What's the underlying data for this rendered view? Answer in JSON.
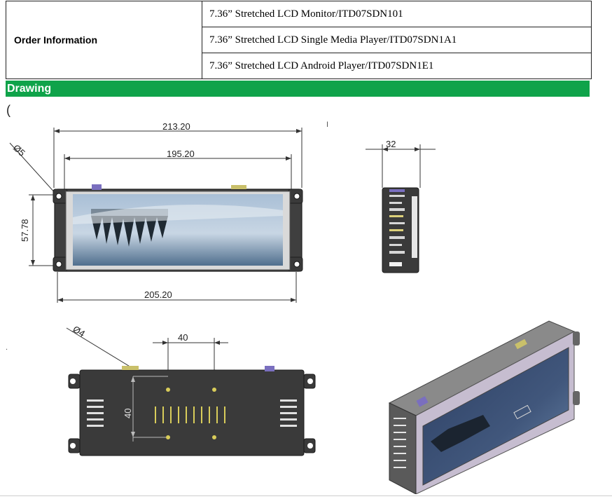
{
  "order": {
    "label": "Order Information",
    "items": [
      "7.36” Stretched LCD Monitor/ITD07SDN101",
      "7.36” Stretched LCD Single Media Player/ITD07SDN1A1",
      "7.36” Stretched LCD Android Player/ITD07SDN1E1"
    ]
  },
  "drawing": {
    "title": "Drawing",
    "paren": "(",
    "tick_mark": "I",
    "dot_mark": ".",
    "dims": {
      "overall_width": "213.20",
      "inner_width": "195.20",
      "mount_width": "205.20",
      "height": "57.78",
      "hole_dia": "Ø5",
      "depth": "32",
      "back_hole_dia": "Ø4",
      "back_spacing_h": "40",
      "back_spacing_v": "40"
    }
  },
  "colors": {
    "section_bar": "#0fa34a",
    "bezel": "#3a3a3a",
    "screen_sky": "#9fb7cf",
    "screen_water": "#4f6e8d"
  }
}
